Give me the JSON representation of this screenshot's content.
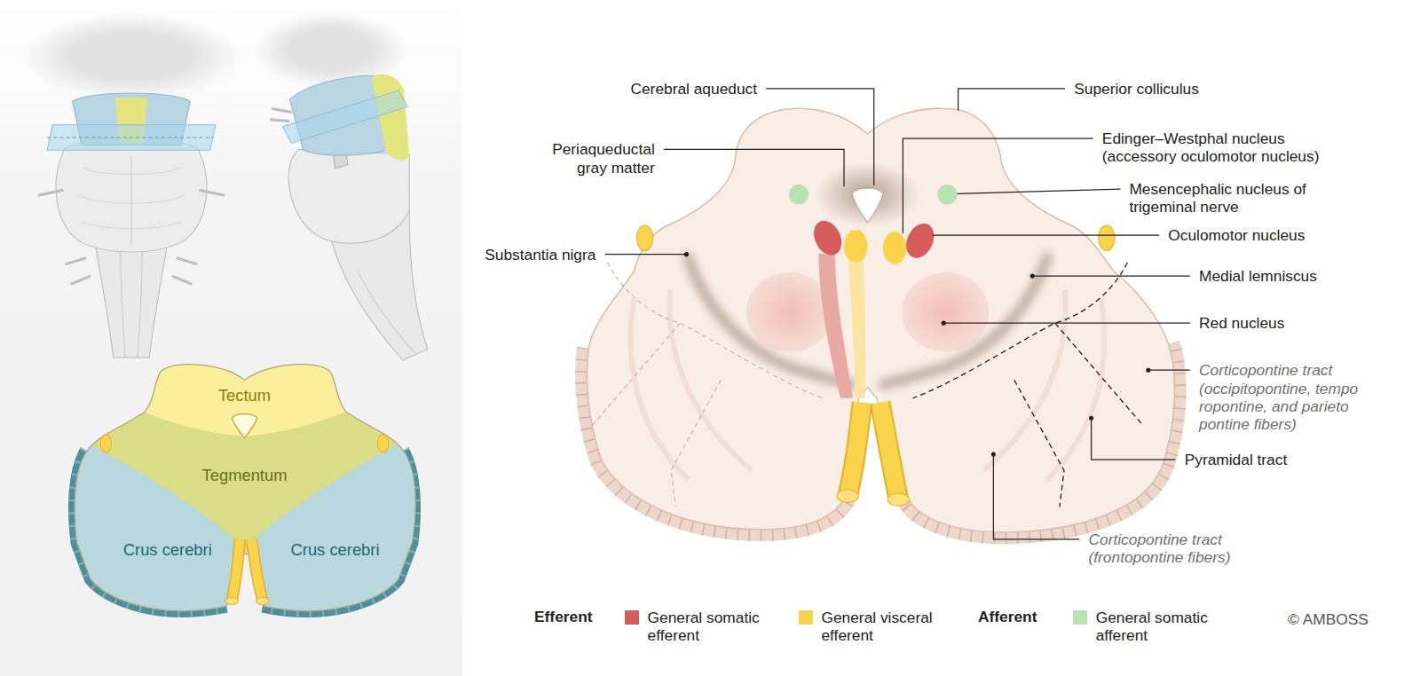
{
  "diagram": {
    "nodes": [
      {
        "text": [
          "Tectum"
        ]
      },
      {
        "text": [
          "Tegmentum"
        ]
      },
      {
        "text": [
          "Crus cerebri"
        ]
      },
      {
        "text": [
          "Crus cerebri"
        ]
      }
    ],
    "labels": [
      "Cerebral aqueduct",
      "Superior colliculus",
      "Periaqueductal gray matter",
      "Edinger–Westphal nucleus (accessory oculomotor nucleus)",
      "Mesencephalic nucleus of trigeminal nerve",
      "Substantia nigra",
      "Oculomotor nucleus",
      "Medial lemniscus",
      "Red nucleus",
      "Corticopontine tract (occipitopontine, tempo ropontine, and parieto pontine fibers)",
      "Pyramidal tract",
      "Corticopontine tract (frontopontine fibers)",
      "Efferent",
      "Afferent",
      "© AMBOSS"
    ],
    "legend": [
      {
        "text": "General somatic efferent",
        "color": "#d65c5c"
      },
      {
        "text": "General visceral efferent",
        "color": "#f9d44a"
      },
      {
        "text": "General somatic afferent",
        "color": "#b9e2b2"
      }
    ]
  }
}
